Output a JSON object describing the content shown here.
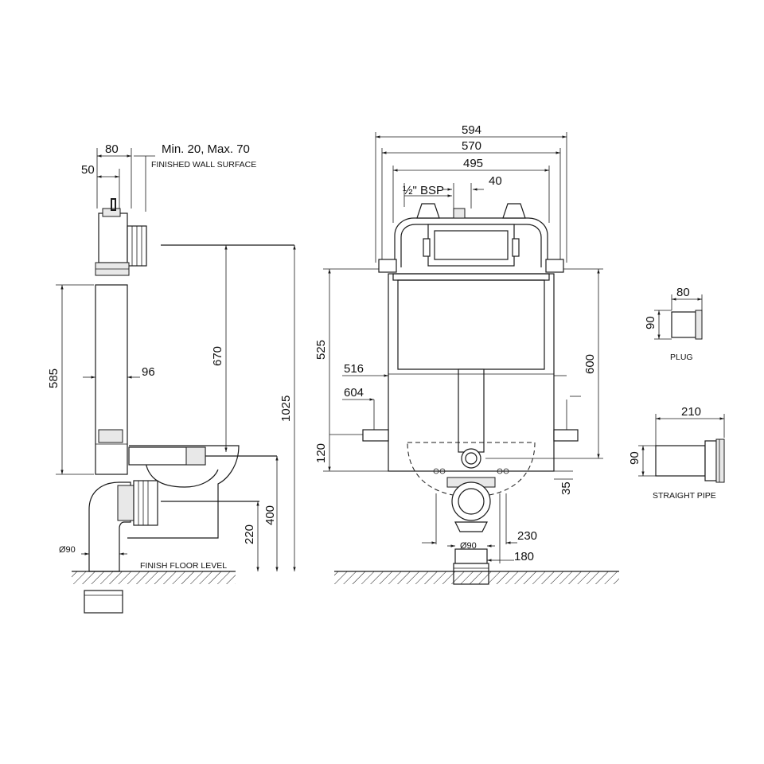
{
  "side_view": {
    "dims": {
      "d80": "80",
      "d50": "50",
      "wall_range": "Min. 20, Max. 70",
      "d585": "585",
      "d96": "96",
      "d670": "670",
      "d1025": "1025",
      "d400": "400",
      "d220": "220",
      "d90": "Ø90"
    },
    "labels": {
      "finished_wall": "FINISHED WALL SURFACE",
      "finish_floor": "FINISH FLOOR LEVEL"
    }
  },
  "front_view": {
    "dims": {
      "d594": "594",
      "d570": "570",
      "d495": "495",
      "d40": "40",
      "bsp": "½\" BSP",
      "d525": "525",
      "d516": "516",
      "d604": "604",
      "d120": "120",
      "d600": "600",
      "d35": "35",
      "d230": "230",
      "d180": "180",
      "d90": "Ø90"
    }
  },
  "accessories": {
    "plug": {
      "label": "PLUG",
      "width": "80",
      "height": "90"
    },
    "straight_pipe": {
      "label": "STRAIGHT PIPE",
      "width": "210",
      "height": "90"
    }
  }
}
